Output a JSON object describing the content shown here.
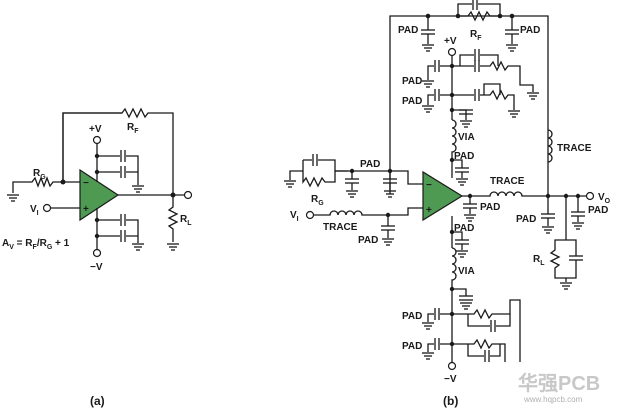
{
  "diagram_a": {
    "caption": "(a)",
    "feedback_resistor": "R",
    "feedback_resistor_sub": "F",
    "gain_resistor": "R",
    "gain_resistor_sub": "G",
    "load_resistor": "R",
    "load_resistor_sub": "L",
    "input": "V",
    "input_sub": "I",
    "pos_supply": "+V",
    "neg_supply": "−V",
    "inverting_sign": "−",
    "noninverting_sign": "+",
    "gain_eq_a": "A",
    "gain_eq_a_sub": "V",
    "gain_eq_mid": " = R",
    "gain_eq_rf_sub": "F",
    "gain_eq_slash": "/R",
    "gain_eq_rg_sub": "G",
    "gain_eq_end": " + 1"
  },
  "diagram_b": {
    "caption": "(b)",
    "pad": "PAD",
    "via": "VIA",
    "trace": "TRACE",
    "feedback_resistor": "R",
    "feedback_resistor_sub": "F",
    "gain_resistor": "R",
    "gain_resistor_sub": "G",
    "load_resistor": "R",
    "load_resistor_sub": "L",
    "input": "V",
    "input_sub": "I",
    "output": "V",
    "output_sub": "O",
    "pos_supply": "+V",
    "neg_supply": "−V",
    "inverting_sign": "−",
    "noninverting_sign": "+"
  },
  "watermark": {
    "brand": "华强PCB",
    "site": "www.hqpcb.com"
  }
}
